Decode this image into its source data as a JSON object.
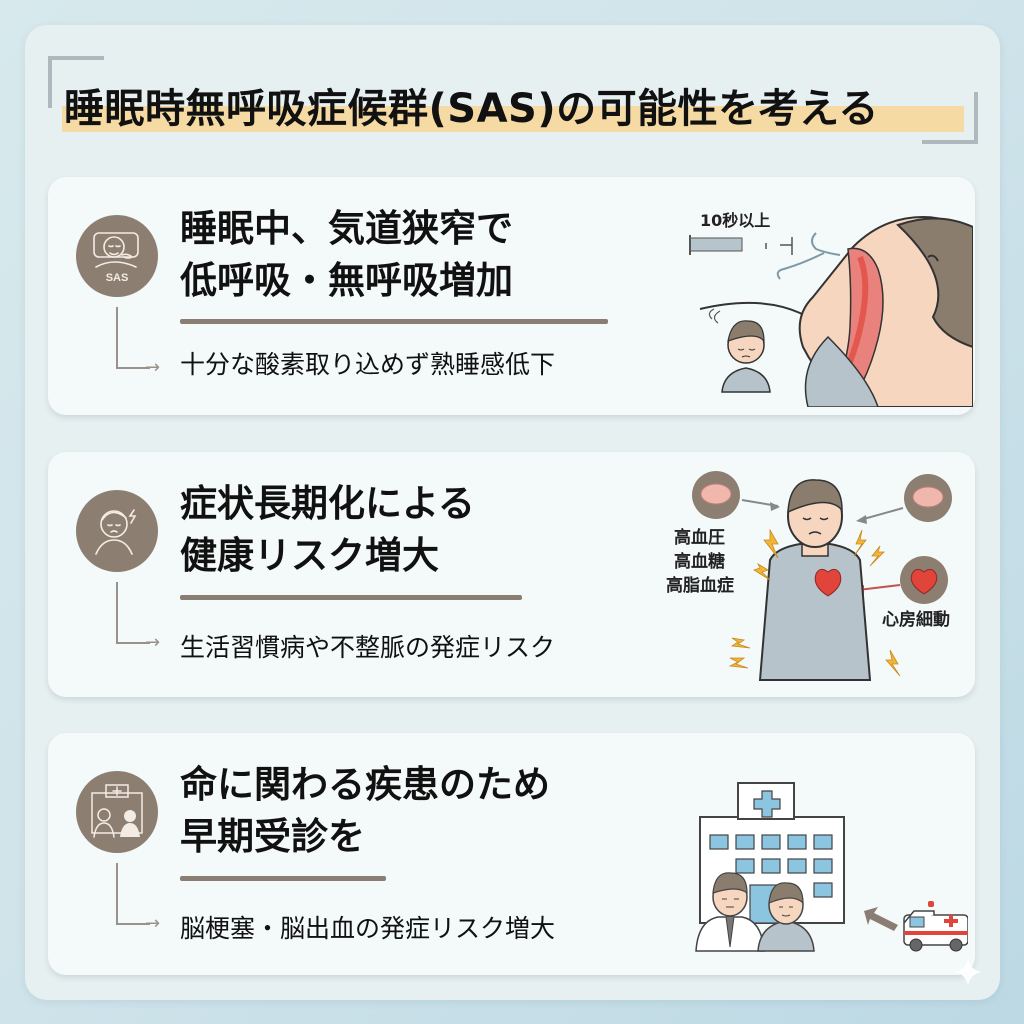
{
  "title": "睡眠時無呼吸症候群(SAS)の可能性を考える",
  "colors": {
    "background": "#cfe3ea",
    "card": "#f4f9fa",
    "title_highlight": "#f6d79a",
    "badge": "#8c7f72",
    "underline": "#8a7d73",
    "accent_red": "#e0443a",
    "skin": "#f6d6bf"
  },
  "cards": [
    {
      "icon": "sleeping-person-icon",
      "badge_text": "SAS",
      "heading_line1": "睡眠中、気道狭窄で",
      "heading_line2": "低呼吸・無呼吸増加",
      "sub": "十分な酸素取り込めず熟睡感低下",
      "illustration": {
        "type": "airway-obstruction-illustration",
        "timer_label": "10秒以上"
      }
    },
    {
      "icon": "tired-person-icon",
      "heading_line1": "症状長期化による",
      "heading_line2": "健康リスク増大",
      "sub": "生活習慣病や不整脈の発症リスク",
      "illustration": {
        "type": "health-risk-illustration",
        "labels_left": [
          "高血圧",
          "高血糖",
          "高脂血症"
        ],
        "label_right": "心房細動"
      }
    },
    {
      "icon": "hospital-consultation-icon",
      "heading_line1": "命に関わる疾患のため",
      "heading_line2": "早期受診を",
      "sub": "脳梗塞・脳出血の発症リスク増大",
      "illustration": {
        "type": "hospital-ambulance-illustration"
      }
    }
  ]
}
